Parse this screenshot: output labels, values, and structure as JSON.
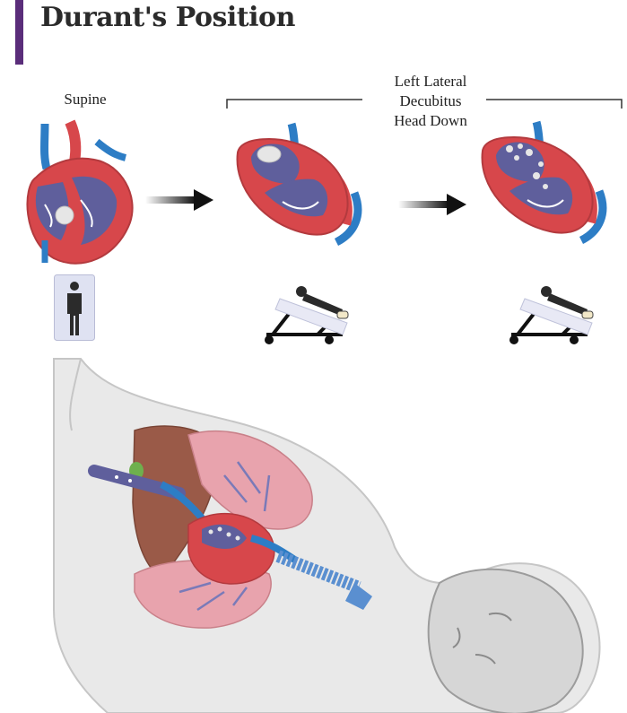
{
  "title": "Durant's Position",
  "labels": {
    "supine": "Supine",
    "left_lateral_decubitus": [
      "Left Lateral",
      "Decubitus",
      "Head Down"
    ]
  },
  "colors": {
    "accent_bar": "#5a2d7a",
    "heart_red": "#d7474b",
    "heart_chamber": "#5f5f9c",
    "vessel_blue": "#2d7dc5",
    "lung_pink": "#e8a3ad",
    "liver_brown": "#9a5a48",
    "body_gray": "#d4d4d4",
    "air_bubble": "#e6e6e6"
  },
  "icons": [
    "arrow-right-icon",
    "person-standing-icon",
    "tilted-bed-icon"
  ]
}
